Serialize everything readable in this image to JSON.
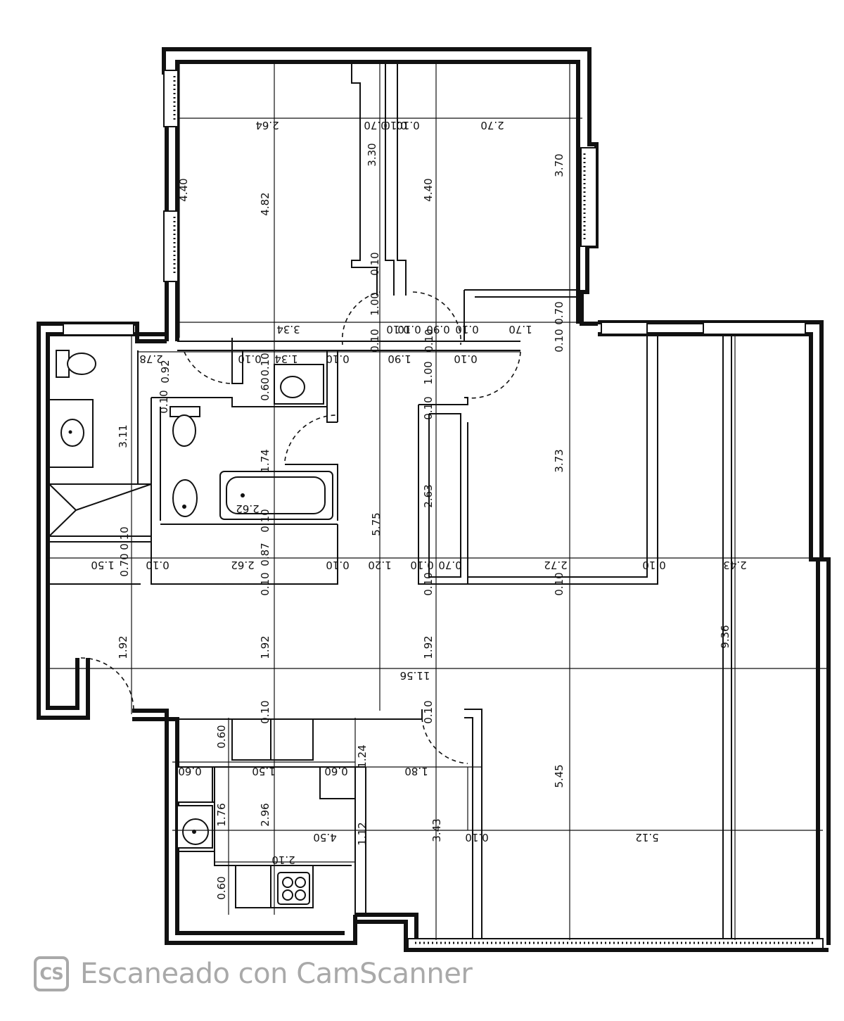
{
  "plan": {
    "dims": {
      "d264": "2.64",
      "d070a": "0.70",
      "d010a": "0.10",
      "d010b": "0.10",
      "d270": "2.70",
      "d440a": "4.40",
      "d482": "4.82",
      "d330": "3.30",
      "d440b": "4.40",
      "d370": "3.70",
      "d010c": "0.10",
      "d100a": "1.00",
      "d334": "3.34",
      "d010d": "0.10",
      "d010e": "0.10",
      "d090": "0.90",
      "d010f": "0.10",
      "d170": "1.70",
      "d070b": "0.70",
      "d010g": "0.10",
      "d278": "2.78",
      "d092": "0.92",
      "d010h": "0.10",
      "d134": "1.34",
      "d010i": "0.10",
      "d010j": "0.10",
      "d190": "1.90",
      "d010k": "0.10",
      "d010l": "0.10",
      "d010m": "0.10",
      "d060a": "0.60",
      "d100b": "1.00",
      "d010n": "0.10",
      "d010o": "0.10",
      "d311": "3.11",
      "d174": "1.74",
      "d373": "3.73",
      "d262a": "2.62",
      "d263": "2.63",
      "d575": "5.75",
      "d010p": "0.10",
      "d010q": "0.10",
      "d150": "1.50",
      "d070c": "0.70",
      "d010r": "0.10",
      "d262b": "2.62",
      "d087": "0.87",
      "d010s": "0.10",
      "d120": "1.20",
      "d010t": "0.10",
      "d070d": "0.70",
      "d272": "2.72",
      "d010u": "0.10",
      "d243": "2.43",
      "d010v": "0.10",
      "d010w": "0.10",
      "d010x": "0.10",
      "d192a": "1.92",
      "d192b": "1.92",
      "d192c": "1.92",
      "d936": "9.36",
      "d1156": "11.56",
      "d010y": "0.10",
      "d010z": "0.10",
      "d060b": "0.60",
      "d124": "1.24",
      "d060c": "0.60",
      "d150b": "1.50",
      "d060d": "0.60",
      "d180": "1.80",
      "d545": "5.45",
      "d176": "1.76",
      "d296": "2.96",
      "d450": "4.50",
      "d112": "1.12",
      "d343": "3.43",
      "d010aa": "0.10",
      "d512": "5.12",
      "d210": "2.10",
      "d060e": "0.60"
    }
  },
  "watermark": {
    "logo_text": "CS",
    "text": "Escaneado con CamScanner",
    "color": "#a9a9a9"
  }
}
